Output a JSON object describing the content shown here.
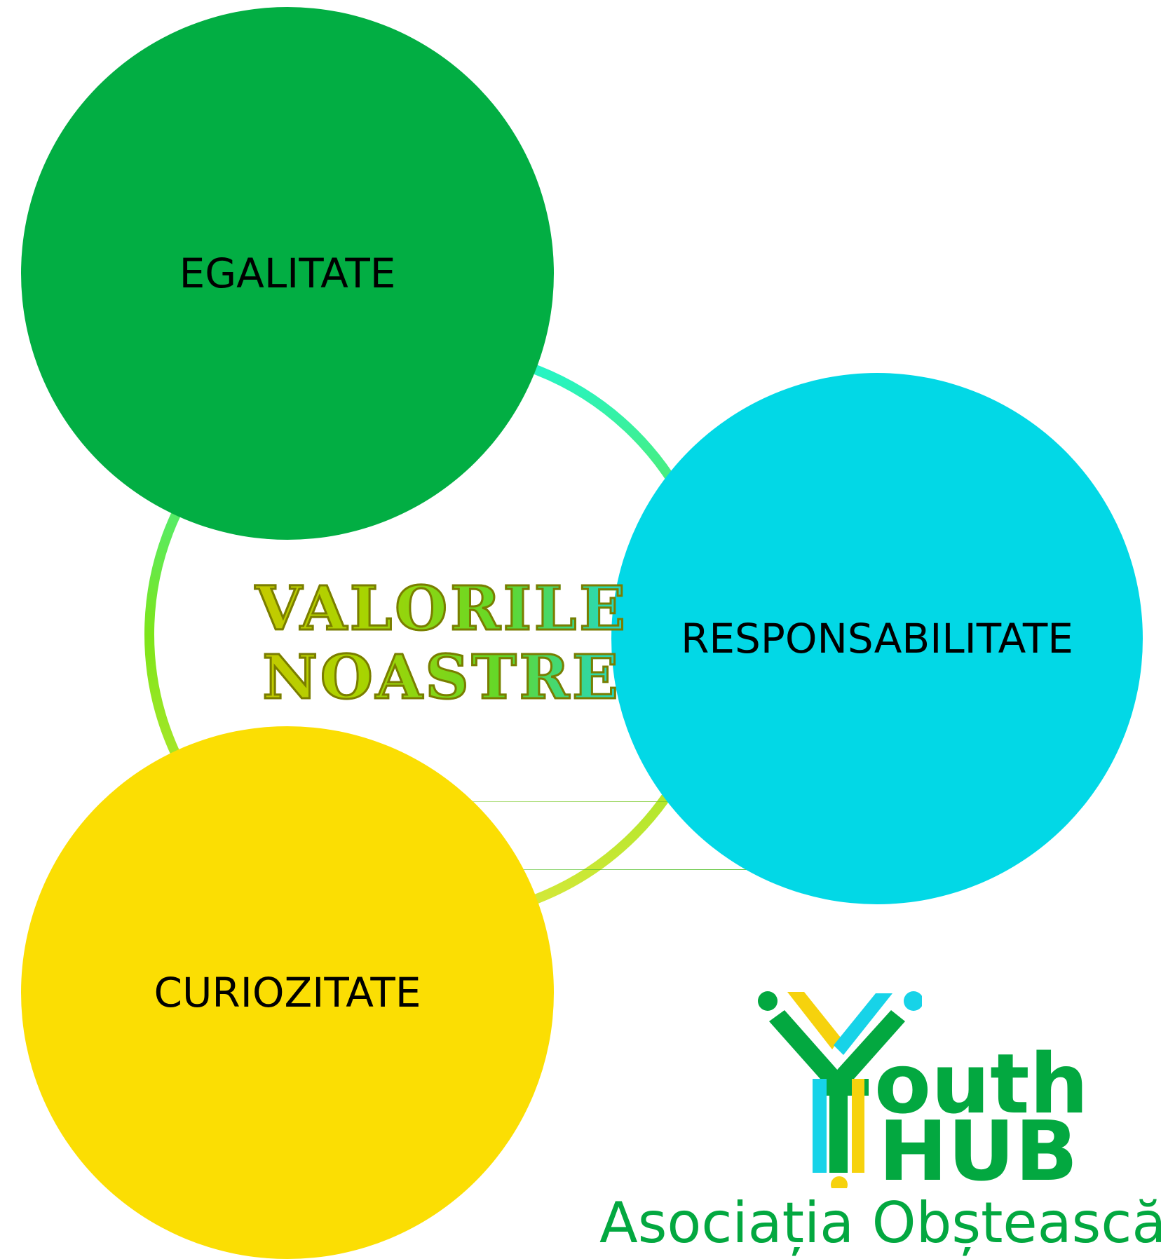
{
  "title_line1": "VALORILE",
  "title_line2": "NOASTRE",
  "values": [
    {
      "label": "EGALITATE",
      "color": "#02ae43"
    },
    {
      "label": "RESPONSABILITATE",
      "color": "#02d8e6"
    },
    {
      "label": "CURIOZITATE",
      "color": "#fbde03"
    }
  ],
  "ring_colors": [
    "#1ff5d0",
    "#7ee51a",
    "#d8e83a"
  ],
  "logo": {
    "word1": "outh",
    "word2": "HUB",
    "subtitle": "Asociația Obștească",
    "colors": {
      "green": "#03a840",
      "blue": "#17d3e8",
      "yellow": "#f6d20d"
    }
  }
}
